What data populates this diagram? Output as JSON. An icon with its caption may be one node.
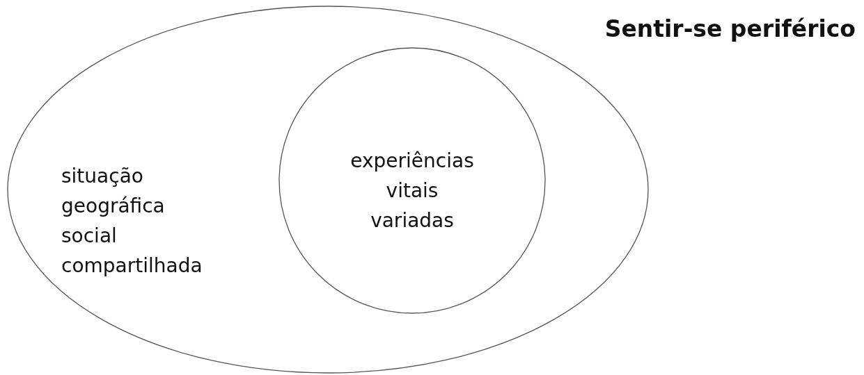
{
  "diagram": {
    "title": "Sentir-se periférico",
    "nodes": [
      {
        "text": [
          "situação geográfica social compartilhada"
        ]
      },
      {
        "text": [
          "experiências vitais variadas"
        ],
        "in": 0
      }
    ]
  }
}
